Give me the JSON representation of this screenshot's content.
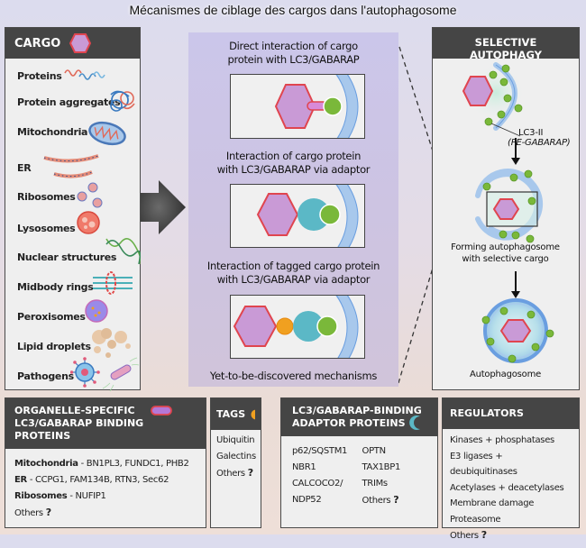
{
  "title": "Mécanismes de ciblage des cargos dans l'autophagosome",
  "cargo": {
    "header": "CARGO",
    "header_icon": "hexagon-cargo-icon",
    "items": [
      {
        "label": "Proteins",
        "icon": "protein-strands-icon"
      },
      {
        "label": "Protein aggregates",
        "icon": "protein-aggregate-icon"
      },
      {
        "label": "Mitochondria",
        "icon": "mitochondrion-icon"
      },
      {
        "label": "ER",
        "icon": "endoplasmic-reticulum-icon"
      },
      {
        "label": "Ribosomes",
        "icon": "ribosomes-icon"
      },
      {
        "label": "Lysosomes",
        "icon": "lysosome-icon"
      },
      {
        "label": "Nuclear structures",
        "icon": "dna-helix-icon"
      },
      {
        "label": "Midbody rings",
        "icon": "midbody-ring-icon"
      },
      {
        "label": "Peroxisomes",
        "icon": "peroxisome-icon"
      },
      {
        "label": "Lipid droplets",
        "icon": "lipid-droplets-icon"
      },
      {
        "label": "Pathogens",
        "icon": "pathogens-icon"
      }
    ]
  },
  "mechanisms": {
    "items": [
      {
        "label_line1": "Direct interaction of cargo",
        "label_line2": "protein with LC3/GABARAP"
      },
      {
        "label_line1": "Interaction of cargo protein",
        "label_line2": "with LC3/GABARAP via adaptor"
      },
      {
        "label_line1": "Interaction of tagged cargo protein",
        "label_line2": "with LC3/GABARAP via adaptor"
      }
    ],
    "footer": "Yet-to-be-discovered mechanisms"
  },
  "selective": {
    "header": "SELECTIVE AUTOPHAGY",
    "lc3_label": "LC3-II",
    "lc3_sublabel": "(PE-GABARAP)",
    "forming_line1": "Forming autophagosome",
    "forming_line2": "with selective cargo",
    "final_label": "Autophagosome"
  },
  "organelle_panel": {
    "header_line1": "ORGANELLE-SPECIFIC",
    "header_line2": "LC3/GABARAP BINDING PROTEINS",
    "rows": [
      {
        "bold": "Mitochondria",
        "text": " - BN1PL3, FUNDC1, PHB2"
      },
      {
        "bold": "ER",
        "text": " - CCPG1, FAM134B, RTN3, Sec62"
      },
      {
        "bold": "Ribosomes",
        "text": " - NUFIP1"
      }
    ],
    "others": "Others",
    "q": "?"
  },
  "tags_panel": {
    "header": "TAGS",
    "items": [
      "Ubiquitin",
      "Galectins"
    ],
    "others": "Others",
    "q": "?"
  },
  "adaptor_panel": {
    "header_line1": "LC3/GABARAP-BINDING",
    "header_line2": "ADAPTOR PROTEINS",
    "col1": [
      "p62/SQSTM1",
      "NBR1",
      "CALCOCO2/",
      "NDP52"
    ],
    "col2": [
      "OPTN",
      "TAX1BP1",
      "TRIMs"
    ],
    "others": "Others",
    "q": "?"
  },
  "regulators_panel": {
    "header": "REGULATORS",
    "items": [
      "Kinases + phosphatases",
      "E3 ligases + deubiquitinases",
      "Acetylases + deacetylases",
      "Membrane damage",
      "Proteasome"
    ],
    "others": "Others",
    "q": "?"
  },
  "colors": {
    "header_bg": "#454545",
    "cargo_fill": "#c99ad6",
    "cargo_stroke": "#e0454f",
    "lc3_green": "#7ab83a",
    "adaptor_teal": "#5bb8c6",
    "tag_orange": "#f0a020",
    "membrane_blue": "#7aaee0"
  }
}
